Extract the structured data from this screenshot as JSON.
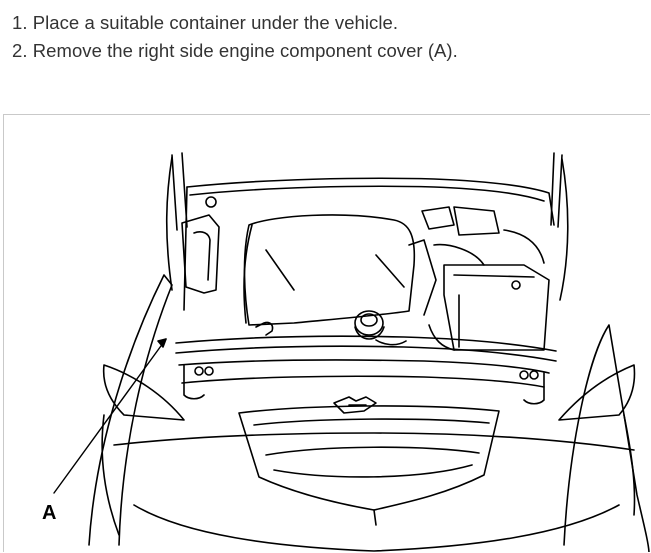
{
  "steps": [
    {
      "number": "1.",
      "text": "Place a suitable container under the vehicle."
    },
    {
      "number": "2.",
      "text": "Remove the right side engine component cover (A)."
    }
  ],
  "figure": {
    "callout_label": "A"
  }
}
